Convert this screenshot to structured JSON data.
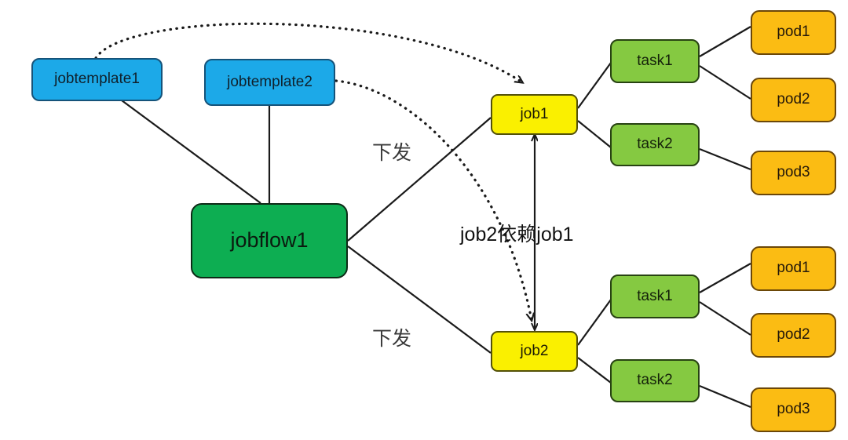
{
  "diagram": {
    "title": "jobflow job task pod relationship diagram",
    "background": "#ffffff",
    "colors": {
      "template_fill": "#1CA9E8",
      "template_stroke": "#15537a",
      "jobflow_fill": "#0DAE52",
      "jobflow_stroke": "#0d2a16",
      "job_fill": "#FAF000",
      "job_stroke": "#53510a",
      "task_fill": "#85C941",
      "task_stroke": "#274212",
      "pod_fill": "#FBBC13",
      "pod_stroke": "#6b4708",
      "edge_stroke": "#1a1a1a",
      "label_text": "#3a3a3a"
    }
  },
  "nodes": {
    "jobtemplate1": {
      "label": "jobtemplate1",
      "type": "jobtemplate"
    },
    "jobtemplate2": {
      "label": "jobtemplate2",
      "type": "jobtemplate"
    },
    "jobflow1": {
      "label": "jobflow1",
      "type": "jobflow"
    },
    "job1": {
      "label": "job1",
      "type": "job"
    },
    "job2": {
      "label": "job2",
      "type": "job"
    },
    "job1_task1": {
      "label": "task1",
      "type": "task"
    },
    "job1_task2": {
      "label": "task2",
      "type": "task"
    },
    "job2_task1": {
      "label": "task1",
      "type": "task"
    },
    "job2_task2": {
      "label": "task2",
      "type": "task"
    },
    "job1_task1_pod1": {
      "label": "pod1",
      "type": "pod"
    },
    "job1_task1_pod2": {
      "label": "pod2",
      "type": "pod"
    },
    "job1_task2_pod3": {
      "label": "pod3",
      "type": "pod"
    },
    "job2_task1_pod1": {
      "label": "pod1",
      "type": "pod"
    },
    "job2_task1_pod2": {
      "label": "pod2",
      "type": "pod"
    },
    "job2_task2_pod3": {
      "label": "pod3",
      "type": "pod"
    }
  },
  "edge_labels": {
    "dispatch_top": "下发",
    "dispatch_bottom": "下发",
    "dependency": "job2依赖job1"
  },
  "edges": [
    {
      "from": "jobtemplate1",
      "to": "jobflow1",
      "style": "solid",
      "arrow": false
    },
    {
      "from": "jobtemplate2",
      "to": "jobflow1",
      "style": "solid",
      "arrow": false
    },
    {
      "from": "jobtemplate1",
      "to": "job1",
      "style": "dotted",
      "arrow": true
    },
    {
      "from": "jobtemplate2",
      "to": "job2",
      "style": "dotted",
      "arrow": true
    },
    {
      "from": "jobflow1",
      "to": "job1",
      "style": "solid",
      "arrow": false,
      "label": "下发"
    },
    {
      "from": "jobflow1",
      "to": "job2",
      "style": "solid",
      "arrow": false,
      "label": "下发"
    },
    {
      "from": "job2",
      "to": "job1",
      "style": "solid",
      "arrow": "both",
      "label": "job2依赖job1"
    },
    {
      "from": "job1",
      "to": "job1_task1",
      "style": "solid",
      "arrow": false
    },
    {
      "from": "job1",
      "to": "job1_task2",
      "style": "solid",
      "arrow": false
    },
    {
      "from": "job1_task1",
      "to": "job1_task1_pod1",
      "style": "solid",
      "arrow": false
    },
    {
      "from": "job1_task1",
      "to": "job1_task1_pod2",
      "style": "solid",
      "arrow": false
    },
    {
      "from": "job1_task2",
      "to": "job1_task2_pod3",
      "style": "solid",
      "arrow": false
    },
    {
      "from": "job2",
      "to": "job2_task1",
      "style": "solid",
      "arrow": false
    },
    {
      "from": "job2",
      "to": "job2_task2",
      "style": "solid",
      "arrow": false
    },
    {
      "from": "job2_task1",
      "to": "job2_task1_pod1",
      "style": "solid",
      "arrow": false
    },
    {
      "from": "job2_task1",
      "to": "job2_task1_pod2",
      "style": "solid",
      "arrow": false
    },
    {
      "from": "job2_task2",
      "to": "job2_task2_pod3",
      "style": "solid",
      "arrow": false
    }
  ]
}
